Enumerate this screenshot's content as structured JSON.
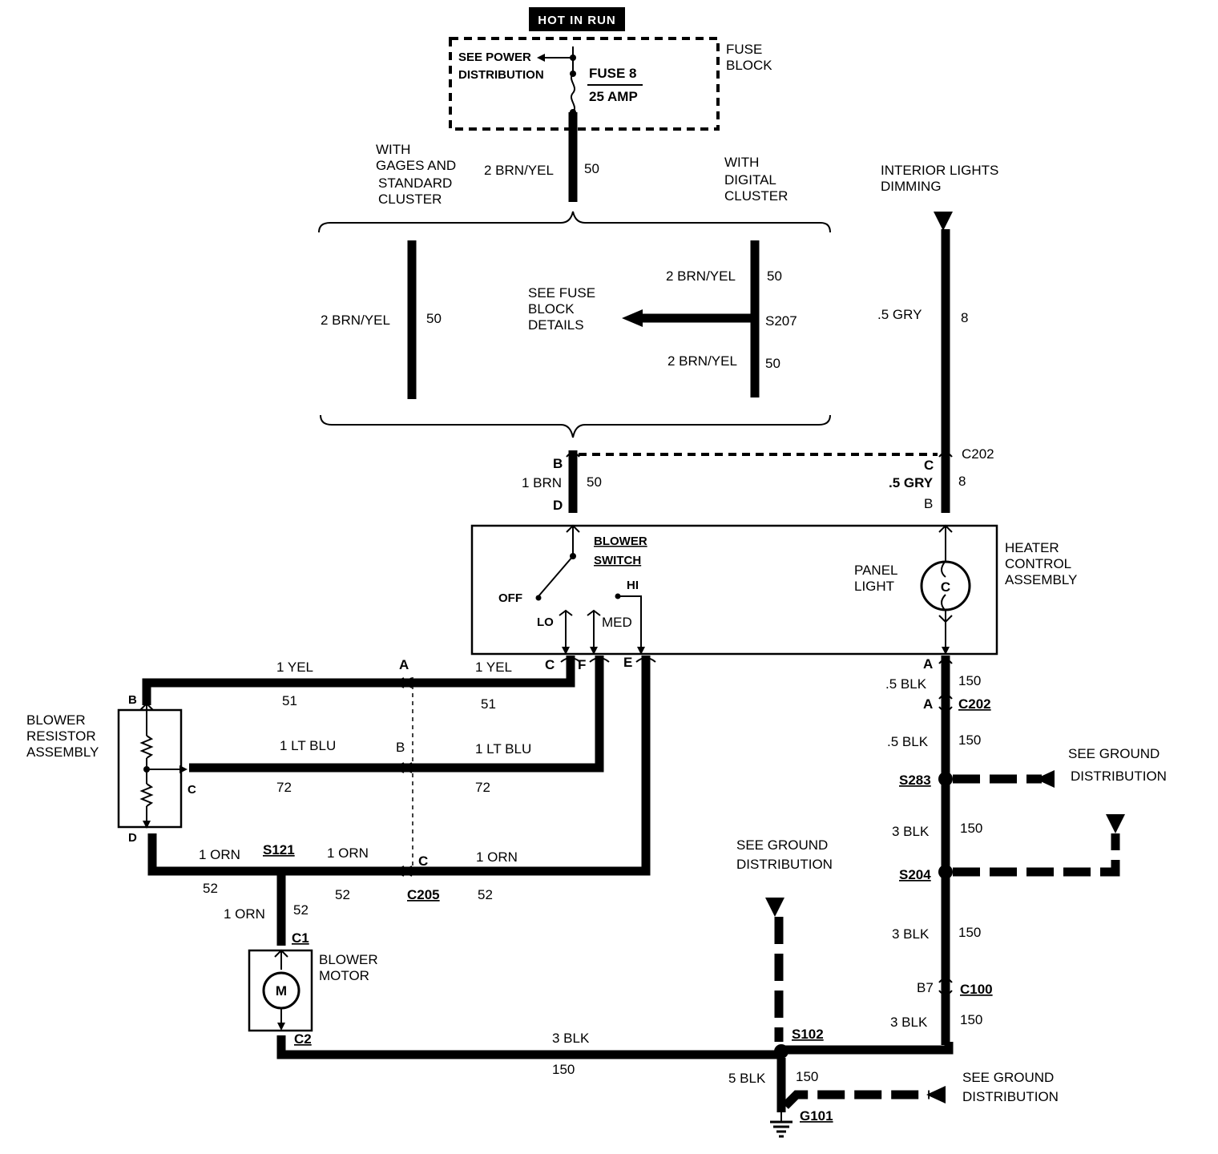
{
  "header": {
    "title": "HOT IN RUN"
  },
  "fuse_block": {
    "label_1": "FUSE",
    "label_2": "BLOCK",
    "see_1": "SEE POWER",
    "see_2": "DISTRIBUTION",
    "fuse": "FUSE 8",
    "amp": "25 AMP"
  },
  "cluster_notes": {
    "gages_1": "WITH",
    "gages_2": "GAGES AND",
    "gages_3": "STANDARD",
    "gages_4": "CLUSTER",
    "digital_1": "WITH",
    "digital_2": "DIGITAL",
    "digital_3": "CLUSTER",
    "see_1": "SEE FUSE",
    "see_2": "BLOCK",
    "see_3": "DETAILS",
    "splice": "S207"
  },
  "wires": {
    "brn_yel": "2 BRN/YEL",
    "brn": "1 BRN",
    "gry": ".5 GRY",
    "gry_c": ".5 GRY",
    "yel": "1 YEL",
    "lt_blu": "1 LT BLU",
    "orn": "1 ORN",
    "blk_05": ".5 BLK",
    "blk_3": "3 BLK",
    "blk_5": "5 BLK",
    "c50": "50",
    "c8": "8",
    "c51": "51",
    "c72": "72",
    "c52": "52",
    "c150": "150"
  },
  "interior": {
    "line1": "INTERIOR LIGHTS",
    "line2": "DIMMING"
  },
  "connectors": {
    "c202": "C202",
    "c205": "C205",
    "c100": "C100",
    "c1": "C1",
    "c2": "C2",
    "s121": "S121",
    "s283": "S283",
    "s204": "S204",
    "s102": "S102",
    "g101": "G101",
    "b7": "B7"
  },
  "pins": {
    "A": "A",
    "B": "B",
    "C": "C",
    "D": "D",
    "E": "E",
    "F": "F"
  },
  "heater": {
    "line1": "HEATER",
    "line2": "CONTROL",
    "line3": "ASSEMBLY"
  },
  "panel_light": {
    "line1": "PANEL",
    "line2": "LIGHT",
    "symbol": "C"
  },
  "switch": {
    "label_1": "BLOWER",
    "label_2": "SWITCH",
    "off": "OFF",
    "lo": "LO",
    "med": "MED",
    "hi": "HI"
  },
  "resistor": {
    "line1": "BLOWER",
    "line2": "RESISTOR",
    "line3": "ASSEMBLY"
  },
  "motor": {
    "line1": "BLOWER",
    "line2": "MOTOR",
    "symbol": "M"
  },
  "ground": {
    "see_1": "SEE GROUND",
    "see_2": "DISTRIBUTION"
  }
}
